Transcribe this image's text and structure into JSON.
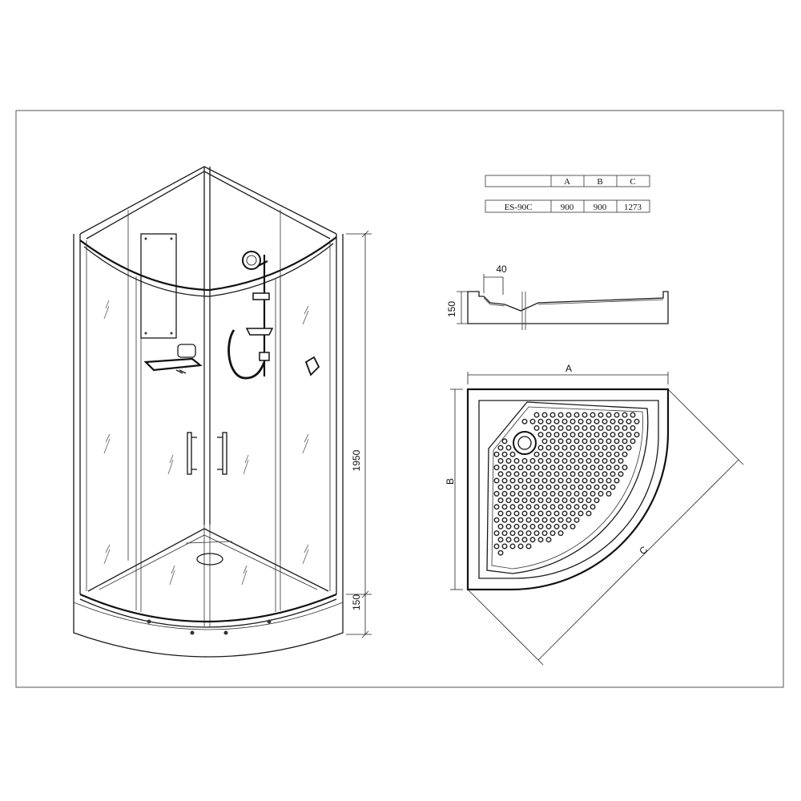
{
  "spec_table": {
    "headers": [
      "",
      "A",
      "B",
      "C"
    ],
    "row": {
      "model": "ES-90C",
      "a": "900",
      "b": "900",
      "c": "1273"
    }
  },
  "front_view": {
    "height_label": "1950",
    "tray_height_label": "150"
  },
  "tray_profile": {
    "rim_label": "40",
    "height_label": "150"
  },
  "plan_view": {
    "label_a": "A",
    "label_b": "B",
    "label_c": "C"
  }
}
